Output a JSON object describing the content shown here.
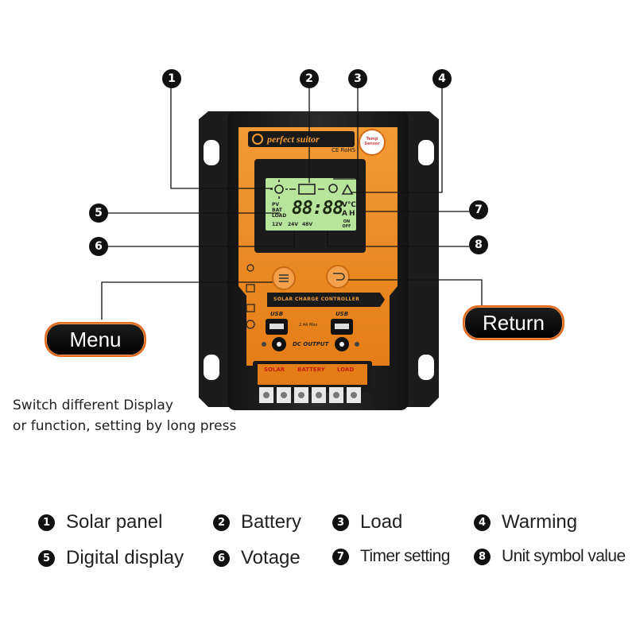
{
  "device": {
    "brand": "perfect suitor",
    "certs": "CE RoHS",
    "temp_badge": "Temp Sensor",
    "panel_title": "SOLAR CHARGE CONTROLLER",
    "lcd_digits": "88:88",
    "lcd_units_top": "V℃",
    "lcd_units_bottom": "AH",
    "lcd_labels": [
      "PV",
      "BAT",
      "LOAD"
    ],
    "lcd_voltages": [
      "12V",
      "24V",
      "48V"
    ],
    "lcd_onoff": "ON OFF",
    "usb_label": "USB",
    "usb_current": "2.4A Max",
    "dc_output": "DC OUTPUT",
    "terminal_labels": [
      "SOLAR",
      "BATTERY",
      "LOAD"
    ]
  },
  "callouts": [
    "1",
    "2",
    "3",
    "4",
    "5",
    "6",
    "7",
    "8"
  ],
  "buttons": {
    "menu": "Menu",
    "return": "Return"
  },
  "note": {
    "line1": "Switch different Display",
    "line2": "or function, setting by long press"
  },
  "legend": [
    {
      "n": "1",
      "label": "Solar panel"
    },
    {
      "n": "2",
      "label": "Battery"
    },
    {
      "n": "3",
      "label": "Load"
    },
    {
      "n": "4",
      "label": "Warming"
    },
    {
      "n": "5",
      "label": "Digital display"
    },
    {
      "n": "6",
      "label": "Votage"
    },
    {
      "n": "7",
      "label": "Timer setting"
    },
    {
      "n": "8",
      "label": "Unit symbol value"
    }
  ],
  "colors": {
    "orange": "#ee8a22",
    "body": "#1b1b1b",
    "lcd": "#b9e49b"
  }
}
